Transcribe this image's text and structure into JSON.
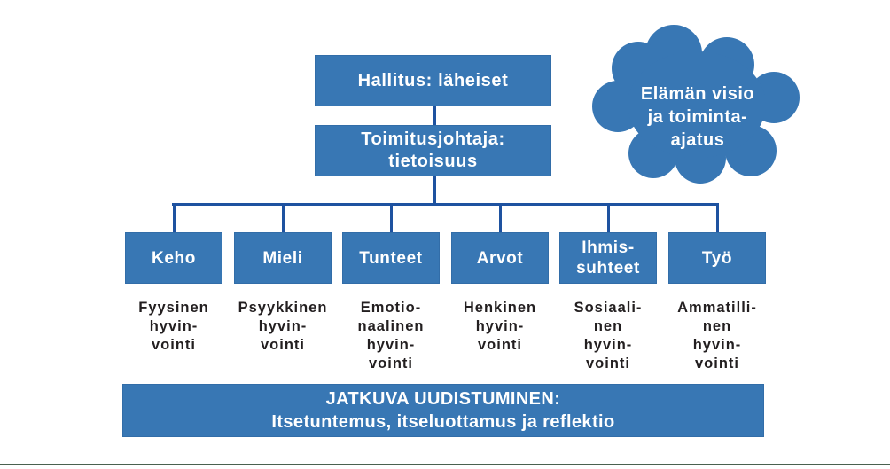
{
  "diagram": {
    "board_box": "Hallitus: läheiset",
    "ceo_box": "Toimitusjohtaja:\ntietoisuus",
    "cloud_label": "Elämän visio\nja toiminta-\najatus",
    "departments": [
      {
        "title": "Keho",
        "subtitle": "Fyysinen\nhyvin-\nvointi"
      },
      {
        "title": "Mieli",
        "subtitle": "Psyykkinen\nhyvin-\nvointi"
      },
      {
        "title": "Tunteet",
        "subtitle": "Emotio-\nnaalinen\nhyvin-\nvointi"
      },
      {
        "title": "Arvot",
        "subtitle": "Henkinen\nhyvin-\nvointi"
      },
      {
        "title": "Ihmis-\nsuhteet",
        "subtitle": "Sosiaali-\nnen\nhyvin-\nvointi"
      },
      {
        "title": "Työ",
        "subtitle": "Ammatilli-\nnen\nhyvin-\nvointi"
      }
    ],
    "footer": {
      "line1": "JATKUVA UUDISTUMINEN:",
      "line2": "Itsetuntemus, itseluottamus ja reflektio"
    }
  },
  "colors": {
    "box_fill": "#3877b4",
    "connector_line": "#1e52a0",
    "box_text": "#ffffff",
    "label_text": "#231f20",
    "bottom_rule": "#4a614f",
    "background": "#ffffff"
  }
}
